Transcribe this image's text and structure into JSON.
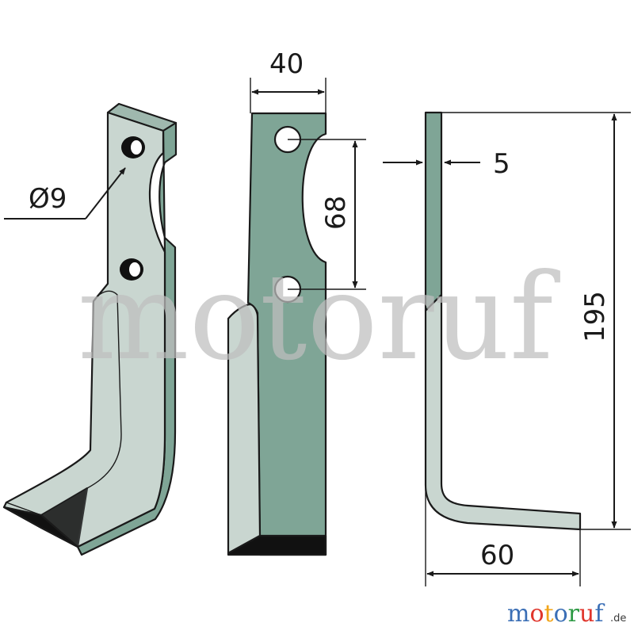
{
  "dimensions": {
    "hole_diameter": "Ø9",
    "width": "40",
    "hole_spacing": "68",
    "thickness": "5",
    "height": "195",
    "bend_length": "60"
  },
  "watermark": "motoruf",
  "logo": {
    "letters": [
      "m",
      "o",
      "t",
      "o",
      "r",
      "u",
      "f"
    ],
    "suffix": ".de"
  },
  "colors": {
    "blade_light": "#c9d6d0",
    "blade_mid": "#9fb8ae",
    "blade_dark": "#7fa596",
    "edge_black": "#111111",
    "logo_letters": [
      "#3b6fb6",
      "#e0362c",
      "#f2a51a",
      "#3b6fb6",
      "#2e9a45",
      "#e0362c",
      "#3b6fb6"
    ]
  }
}
